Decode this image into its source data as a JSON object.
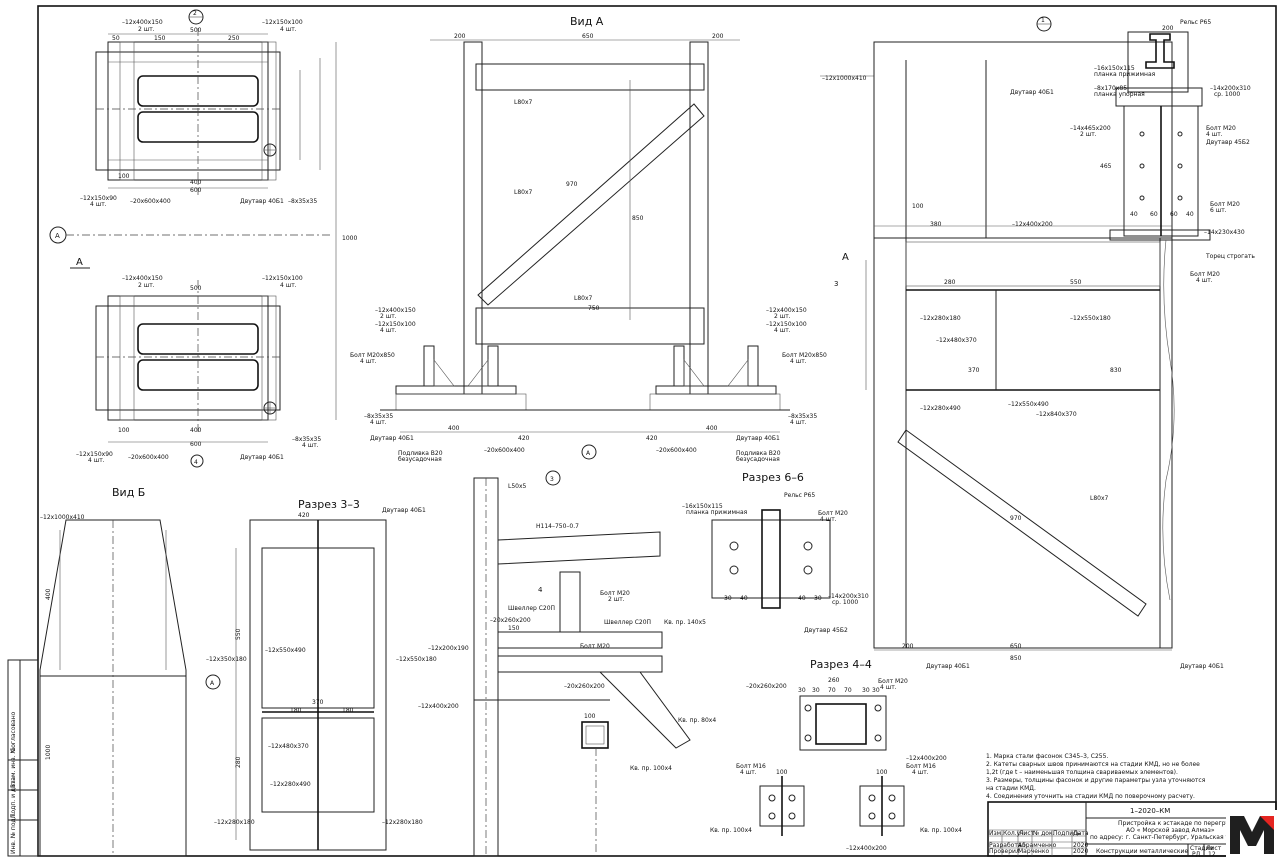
{
  "sheet_numbers": {
    "top_center": "2",
    "top_right": "1",
    "section_4_mark": "3"
  },
  "view_titles": {
    "vid_a": "Вид А",
    "vid_b": "Вид Б",
    "razrez_33": "Разрез 3–3",
    "razrez_66": "Разрез 6–6",
    "razrez_44": "Разрез 4–4"
  },
  "axis_marks": {
    "a": "А",
    "four": "4"
  },
  "labels": {
    "plate_12x400x150": "–12x400x150",
    "plate_12x150x100": "–12x150x100",
    "two_pcs": "2 шт.",
    "four_pcs": "4 шт.",
    "six_pcs": "6 шт.",
    "plate_12x150x90": "–12x150x90",
    "plate_20x600x400": "–20x600x400",
    "dvutavr_40b1": "Двутавр 40Б1",
    "dvutavr_45b2": "Двутавр 45Б2",
    "plate_8x35x35": "–8x35x35",
    "L80x7": "L80x7",
    "bolt_m20x850": "Болт М20х850",
    "bolt_m20": "Болт М20",
    "bolt_m16": "Болт М16",
    "podlivka": "Подливка В20",
    "bezusad": "безусадочная",
    "plate_12x1000x410": "–12x1000x410",
    "rail": "Рельс Р65",
    "plate_16x150x115": "–16x150x115",
    "plate_planka": "планка прижимная",
    "plate_8x170x85": "–8x170x85",
    "plate_podkladka": "планка упорная",
    "plate_14x200x310": "–14x200x310",
    "plate_14x465x200": "–14x465x200",
    "plate_12x400x200": "–12x400x200",
    "plate_14x230x430": "–14x230x430",
    "torec": "Торец строгать",
    "plate_12x280x180": "–12x280x180",
    "plate_12x550x180": "–12x550x180",
    "plate_12x480x370": "–12x480x370",
    "plate_12x280x490": "–12x280x490",
    "plate_12x550x490": "–12x550x490",
    "plate_12x840x370": "–12x840x370",
    "plate_12x350x180": "–12x350x180",
    "plate_20x260x200": "–20x260x200",
    "plate_12x200x190": "–12x200x190",
    "plate_12x400x200b": "–12x400x200",
    "L50x5": "L50x5",
    "n114": "Н114–750–0.7",
    "shveller_20p": "Швеллер С20П",
    "kv_140x5": "Кв. пр. 140х5",
    "kv_80x4": "Кв. пр. 80х4",
    "kv_100x4": "Кв. пр. 100х4",
    "b_plus_1000": "ср. 1000"
  },
  "dims": {
    "d200": "200",
    "d650": "650",
    "d850": "850",
    "d750": "750",
    "d420": "420",
    "d400": "400",
    "d600": "600",
    "d100": "100",
    "d150": "150",
    "d250": "250",
    "d500": "500",
    "d50": "50",
    "d1000": "1000",
    "d970": "970",
    "d90": "90",
    "d370": "370",
    "d180": "180",
    "d280": "280",
    "d550": "550",
    "d260": "260",
    "d30": "30",
    "d70": "70",
    "d40": "40",
    "d60": "60",
    "d465": "465",
    "d380": "380",
    "d830": "830"
  },
  "notes": [
    "1. Марка стали фасонок С345–3, С255.",
    "2. Катеты сварных швов принимаются на стадии КМД, но не более",
    "1,2t (где t – наименьшая толщина свариваемых элементов).",
    "3. Размеры, толщины фасонок и другие параметры узла уточняются",
    "на стадии КМД.",
    "4. Соединения уточнить на стадии КМД по поверочному расчету."
  ],
  "title_block": {
    "code": "1–2020–КМ",
    "title_line1": "Пристройка к эстакаде по перегрузке",
    "title_line2": "АО « Морской завод Алмаз»",
    "title_line3": "по адресу: г. Санкт-Петербург, Уральская ул.",
    "sheet_name": "Конструкции металлические",
    "col_izm": "Изм.",
    "col_kol": "Кол.уч",
    "col_list": "Лист",
    "col_ndok": "№ док.",
    "col_podp": "Подпись",
    "col_data": "Дата",
    "razrab": "Разработал",
    "prov": "Проверил",
    "name1": "Абрамченко",
    "name2": "Марченко",
    "year": "2020",
    "stage_label": "Стадия",
    "sheet_label": "Лист",
    "sheets_label": "Листов",
    "stage": "РД",
    "sheet_no": "12"
  },
  "side_stamp": {
    "soglasovano": "Согласовано",
    "vzam": "Взам. инв. №",
    "podp": "Подп. и дата",
    "inv": "Инв. № подл."
  },
  "logo": {
    "letter": "M",
    "accent": "#e52521",
    "dark": "#1f1f1f"
  }
}
